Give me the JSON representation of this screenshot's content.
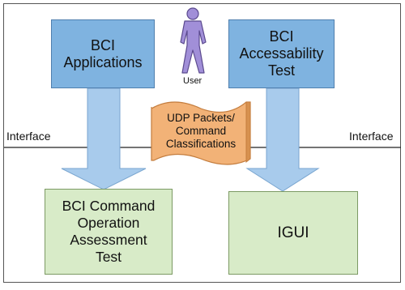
{
  "boxes": {
    "bci_applications": [
      "BCI",
      "Applications"
    ],
    "bci_accessability_test": [
      "BCI",
      "Accessability",
      "Test"
    ],
    "bci_command_test": [
      "BCI Command",
      "Operation",
      "Assessment",
      "Test"
    ],
    "igui": [
      "IGUI"
    ]
  },
  "user_label": "User",
  "interface_left": "Interface",
  "interface_right": "Interface",
  "udp_packet": [
    "UDP Packets/",
    "Command",
    "Classifications"
  ],
  "colors": {
    "blue_box": "#7fb3e0",
    "green_box": "#d8ebc8",
    "arrow": "#a8cbec",
    "udp_box": "#f2b277",
    "user_figure": "#a18fd8"
  },
  "icons": {
    "user": "user-figure-icon"
  }
}
